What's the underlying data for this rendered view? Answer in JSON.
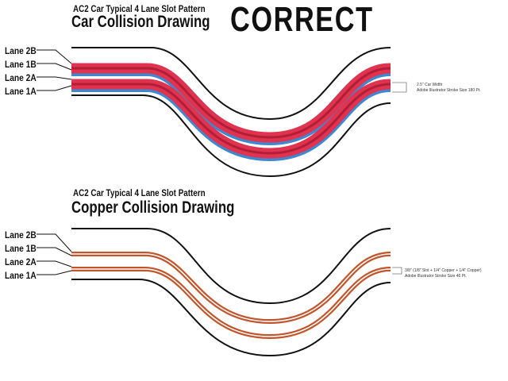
{
  "header": {
    "correct_label": "CORRECT"
  },
  "car_diagram": {
    "subtitle": "AC2 Car Typical 4 Lane Slot Pattern",
    "title": "Car Collision Drawing",
    "lanes": [
      "Lane 2B",
      "Lane 1B",
      "Lane 2A",
      "Lane 1A"
    ],
    "note_line1": "2.5\" Car Width",
    "note_line2": "Adobe Illustrator Stroke Size 180 Pt."
  },
  "copper_diagram": {
    "subtitle": "AC2 Car Typical 4 Lane Slot Pattern",
    "title": "Copper Collision Drawing",
    "lanes": [
      "Lane 2B",
      "Lane 1B",
      "Lane 2A",
      "Lane 1A"
    ],
    "note_line1": "3/8\" (1/8\" Slot + 1/4\" Copper + 1/4\" Copper)",
    "note_line2": "Adobe Illustrator Stroke Size 46 Pt."
  },
  "colors": {
    "track_border": "#111111",
    "car_red": "#e0334f",
    "car_dark_red": "#b01e38",
    "car_blue": "#3f87cf",
    "copper": "#c1552b",
    "copper_slot": "#ffffff"
  }
}
